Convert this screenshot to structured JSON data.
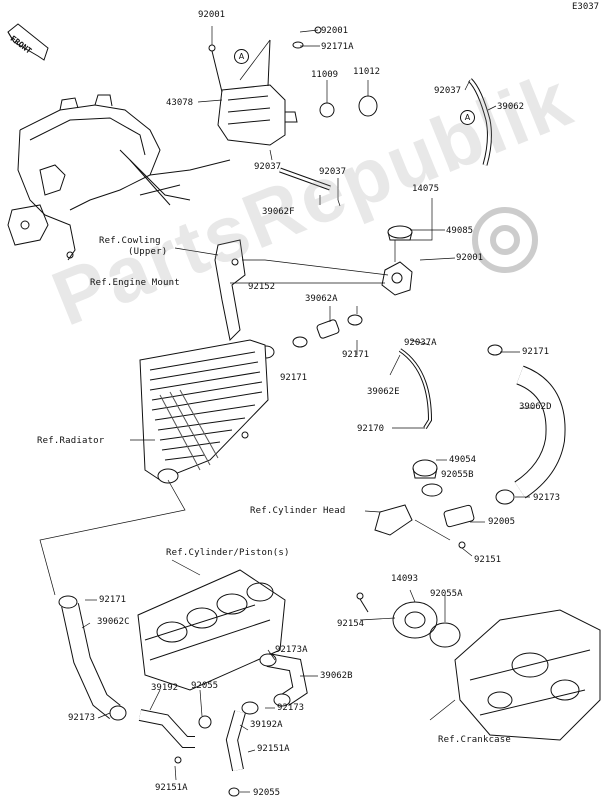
{
  "diagram_code": "E3037",
  "front_label": "FRONT",
  "watermark": "PartsRepublik",
  "callout_marker": "A",
  "part_numbers": {
    "p92001_a": "92001",
    "p92001_b": "92001",
    "p92171A": "92171A",
    "p11009": "11009",
    "p11012": "11012",
    "p43078": "43078",
    "p92037_a": "92037",
    "p92037_b": "92037",
    "p92037_c": "92037",
    "p39062": "39062",
    "p39062F": "39062F",
    "p14075": "14075",
    "p49085": "49085",
    "p92001_c": "92001",
    "p92152": "92152",
    "p39062A": "39062A",
    "p92171_a": "92171",
    "p92171_b": "92171",
    "p92037A": "92037A",
    "p92171_c": "92171",
    "p39062E": "39062E",
    "p39062D": "39062D",
    "p92170": "92170",
    "p49054": "49054",
    "p92055B": "92055B",
    "p92173_a": "92173",
    "p92005": "92005",
    "p92151": "92151",
    "p92171_d": "92171",
    "p39062C": "39062C",
    "p14093": "14093",
    "p92154": "92154",
    "p92055A": "92055A",
    "p92173A": "92173A",
    "p39062B": "39062B",
    "p39192": "39192",
    "p92055_a": "92055",
    "p92173_b": "92173",
    "p92173_c": "92173",
    "p39192A": "39192A",
    "p92151A_a": "92151A",
    "p92151A_b": "92151A",
    "p92055_b": "92055"
  },
  "references": {
    "cowling": "Ref.Cowling",
    "cowling_sub": "(Upper)",
    "engine_mount": "Ref.Engine Mount",
    "radiator": "Ref.Radiator",
    "cylinder_head": "Ref.Cylinder Head",
    "cylinder_piston": "Ref.Cylinder/Piston(s)",
    "crankcase": "Ref.Crankcase"
  }
}
